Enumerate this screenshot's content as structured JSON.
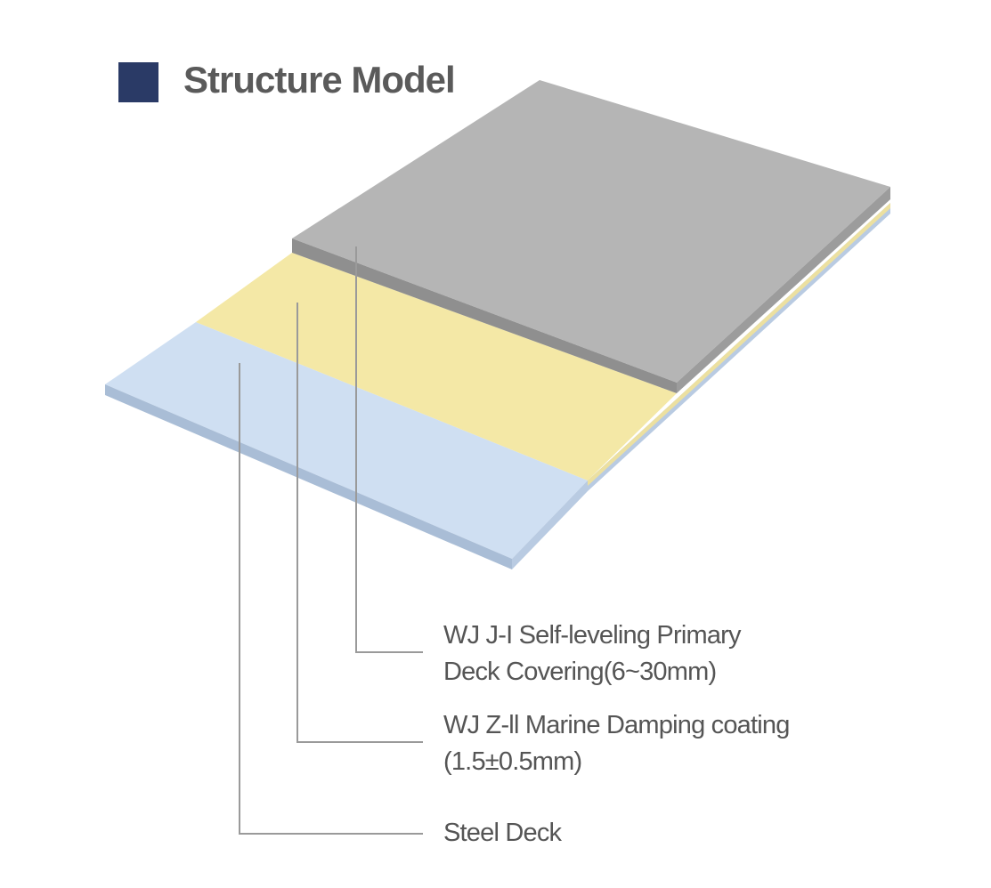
{
  "header": {
    "title": "Structure Model"
  },
  "layers": [
    {
      "id": "primary-covering",
      "label_line1": "WJ J-I Self-leveling Primary",
      "label_line2": "Deck Covering(6~30mm)",
      "color": "#b5b5b5"
    },
    {
      "id": "damping-coating",
      "label_line1": "WJ Z-ll Marine Damping coating",
      "label_line2": "(1.5±0.5mm)",
      "color": "#f4e8a6"
    },
    {
      "id": "steel-deck",
      "label_line1": "Steel Deck",
      "label_line2": "",
      "color": "#cfdff2"
    }
  ],
  "colors": {
    "title_block": "#2a3a66",
    "title_text": "#5a5a5a",
    "leader_line": "#9a9a9a",
    "label_text": "#555555"
  }
}
